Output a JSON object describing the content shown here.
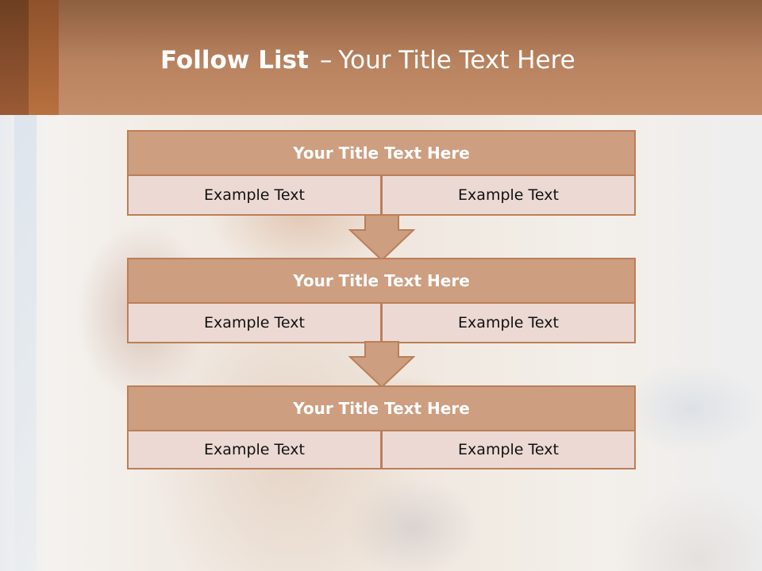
{
  "slide": {
    "title_bold": "Follow List",
    "title_dash": "–",
    "title_light": "Your Title Text Here"
  },
  "colors": {
    "header_top": "#8d5f3f",
    "header_bottom": "#c48e6b",
    "box_fill": "#cd9e80",
    "box_border": "#bb7f58",
    "cell_fill": "#ecd9d3"
  },
  "blocks": [
    {
      "title": "Your Title Text Here",
      "left": "Example Text",
      "right": "Example Text"
    },
    {
      "title": "Your Title Text Here",
      "left": "Example Text",
      "right": "Example Text"
    },
    {
      "title": "Your Title Text Here",
      "left": "Example Text",
      "right": "Example Text"
    }
  ],
  "connectors": [
    "down-arrow-icon",
    "down-arrow-icon"
  ]
}
